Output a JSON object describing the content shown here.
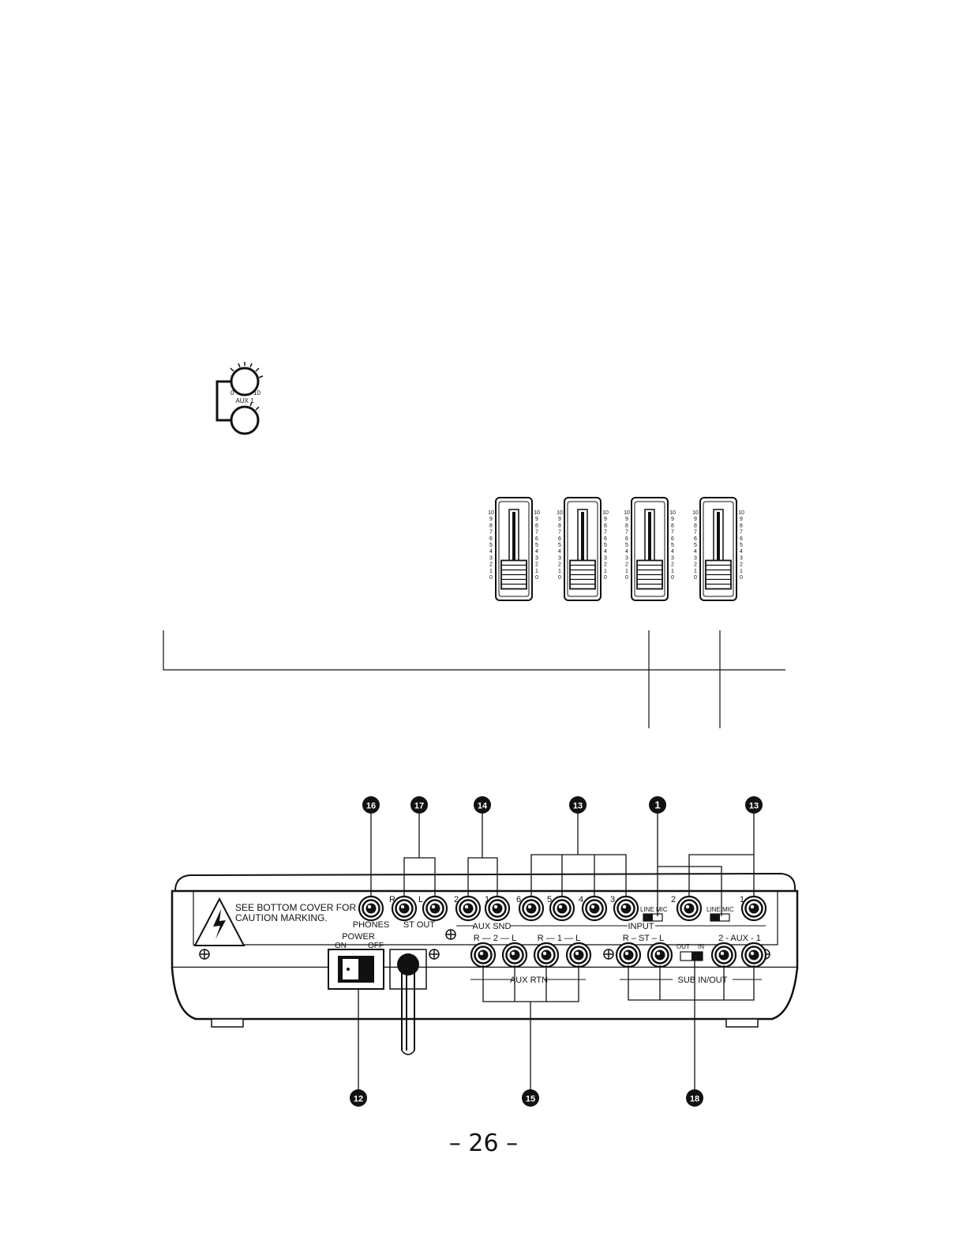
{
  "knobs": {
    "aux_label": "AUX 1",
    "scale_min": "0",
    "scale_max": "10"
  },
  "faders": {
    "scale": [
      "10",
      "9",
      "8",
      "7",
      "6",
      "5",
      "4",
      "3",
      "2",
      "1",
      "0"
    ],
    "levels": [
      0.15,
      0.15,
      0.15,
      0.15
    ]
  },
  "rear_panel": {
    "caution_line1": "SEE BOTTOM COVER FOR",
    "caution_line2": "CAUTION MARKING.",
    "phones_label": "PHONES",
    "st_out_label": "ST OUT",
    "st_out_r": "R",
    "st_out_l": "L",
    "aux_snd_label": "AUX SND",
    "aux_snd_2": "2",
    "aux_snd_1": "1",
    "input_label": "INPUT",
    "input_6": "6",
    "input_5": "5",
    "input_4": "4",
    "input_3": "3",
    "input_2": "2",
    "input_1": "1",
    "line_mic_a": "LINE MIC",
    "line_mic_b": "LINE MIC",
    "power_label": "POWER",
    "power_on": "ON",
    "power_off": "OFF",
    "aux_rtn_label": "AUX RTN",
    "aux_rtn_group2": "R — 2 — L",
    "aux_rtn_group1": "R — 1 — L",
    "sub_st_label": "R – ST – L",
    "sub_aux_label": "2 - AUX - 1",
    "sub_inout_label": "SUB IN/OUT",
    "switch_out": "OUT",
    "switch_in": "IN"
  },
  "callouts": {
    "top": [
      "16",
      "17",
      "14",
      "13",
      "1",
      "13"
    ],
    "bottom": [
      "12",
      "15",
      "18"
    ]
  },
  "page_number": "– 26 –"
}
